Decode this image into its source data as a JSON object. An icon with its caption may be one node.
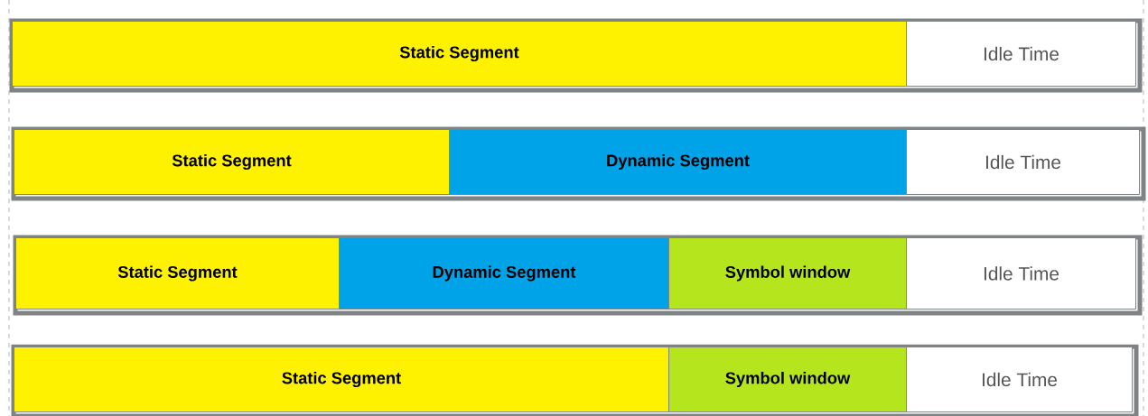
{
  "diagram": {
    "nodes": [
      {
        "text": [],
        "shape": "box"
      },
      {
        "text": [
          "Static Segment"
        ],
        "in": 0
      },
      {
        "text": [
          "Idle Time"
        ],
        "in": 0
      },
      {
        "text": [],
        "shape": "box"
      },
      {
        "text": [
          "Static Segment"
        ],
        "in": 3
      },
      {
        "text": [
          "Dynamic Segment"
        ],
        "in": 3
      },
      {
        "text": [
          "Idle Time"
        ],
        "in": 3
      },
      {
        "text": [],
        "shape": "box"
      },
      {
        "text": [
          "Static Segment"
        ],
        "in": 7
      },
      {
        "text": [
          "Dynamic Segment"
        ],
        "in": 7
      },
      {
        "text": [
          "Symbol window"
        ],
        "in": 7
      },
      {
        "text": [
          "Idle Time"
        ],
        "in": 7
      },
      {
        "text": [],
        "shape": "box"
      },
      {
        "text": [
          "Static Segment"
        ],
        "in": 12
      },
      {
        "text": [
          "Symbol window"
        ],
        "in": 12
      },
      {
        "text": [
          "Idle Time"
        ],
        "in": 12
      }
    ]
  }
}
